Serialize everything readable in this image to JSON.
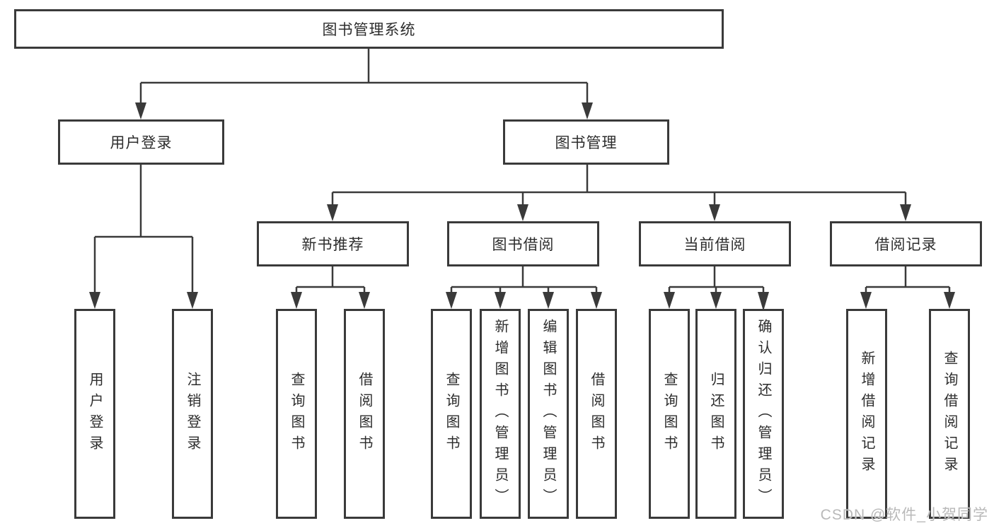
{
  "tree": {
    "root": {
      "label": "图书管理系统"
    },
    "branches": [
      {
        "label": "用户登录",
        "children": [
          {
            "label": "用户登录"
          },
          {
            "label": "注销登录"
          }
        ]
      },
      {
        "label": "图书管理",
        "children": [
          {
            "label": "新书推荐",
            "children": [
              {
                "label": "查询图书"
              },
              {
                "label": "借阅图书"
              }
            ]
          },
          {
            "label": "图书借阅",
            "children": [
              {
                "label": "查询图书"
              },
              {
                "label": "新增图书（管理员）"
              },
              {
                "label": "编辑图书（管理员）"
              },
              {
                "label": "借阅图书"
              }
            ]
          },
          {
            "label": "当前借阅",
            "children": [
              {
                "label": "查询图书"
              },
              {
                "label": "归还图书"
              },
              {
                "label": "确认归还（管理员）"
              }
            ]
          },
          {
            "label": "借阅记录",
            "children": [
              {
                "label": "新增借阅记录"
              },
              {
                "label": "查询借阅记录"
              }
            ]
          }
        ]
      }
    ]
  },
  "watermark": {
    "text": "CSDN @软件_小贺同学"
  },
  "colors": {
    "line": "#3a3a3a",
    "box_border": "#3a3a3a",
    "text": "#2d2d2d",
    "watermark": "#b9b9b9",
    "background": "#ffffff"
  }
}
